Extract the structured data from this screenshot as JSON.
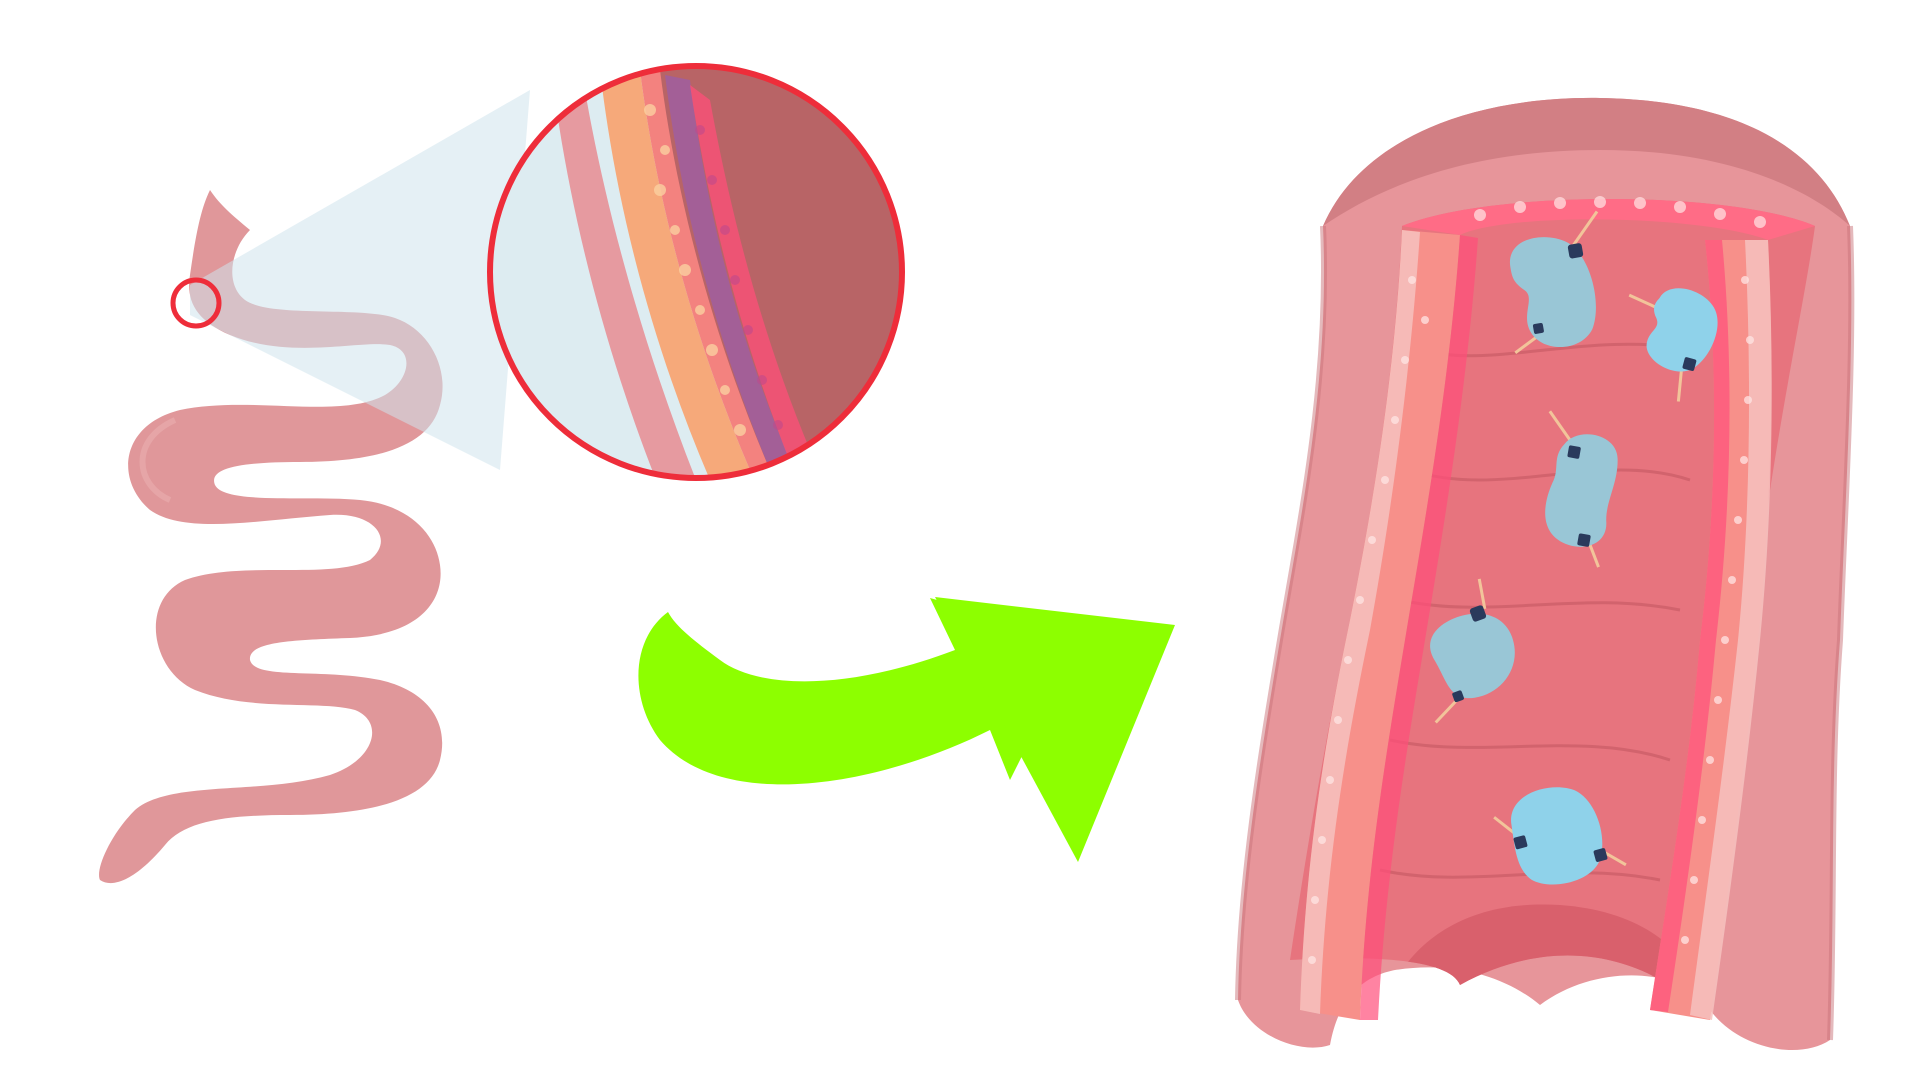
{
  "diagram": {
    "description_visible_text": [],
    "colors": {
      "background": "#ffffff",
      "intestine": "#e0979a",
      "intestine_light": "#ecb3b4",
      "magnifier_ring": "#ee2d3a",
      "magnifier_cone": "#cfe4ec",
      "lumen_dark": "#b86466",
      "wall_inner": "#e69aa0",
      "villi_pink": "#f3827f",
      "villi_orange": "#f7a86f",
      "villi_purple": "#9c5ea8",
      "villi_hotpink": "#ff4f7a",
      "tube_outer": "#e7959a",
      "tube_rim": "#d27f84",
      "tube_lumen": "#e7747e",
      "tube_lumen_deep": "#d9606c",
      "mucosa_texture": "#f6b6b2",
      "bacteria_blue": "#99c6d6",
      "bacteria_light_blue": "#8fd2ea",
      "bacteria_pili": "#f2c49a",
      "bacteria_dark": "#2a3a5c",
      "arrow_green": "#8dff00"
    },
    "elements": {
      "small_intestine": "small-intestine-shape",
      "magnifier": "magnifier-circle",
      "transition_arrow": "curved-arrow",
      "cross_section": "intestine-cross-section",
      "bacteria_count": 5
    }
  }
}
